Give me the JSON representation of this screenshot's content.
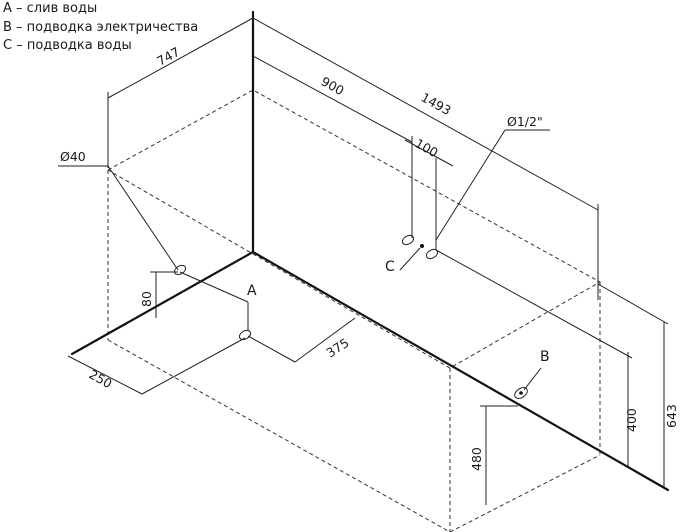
{
  "legend": [
    "A – слив воды",
    "B – подводка электричества",
    "C – подводка воды"
  ],
  "dimensions": {
    "d747": "747",
    "d900": "900",
    "d1493": "1493",
    "d100": "100",
    "d_pipe": "Ø1/2\"",
    "d_drain": "Ø40",
    "d80": "80",
    "d375": "375",
    "d250": "250",
    "d480": "480",
    "d400": "400",
    "d643": "643"
  },
  "callouts": {
    "a": "A",
    "b": "B",
    "c": "C"
  }
}
